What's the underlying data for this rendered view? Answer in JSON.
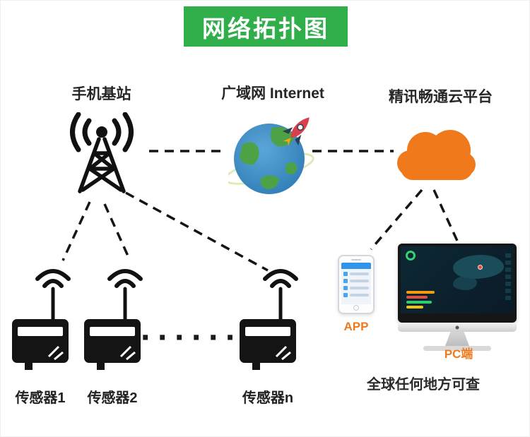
{
  "header": {
    "title": "网络拓扑图"
  },
  "nodes": {
    "base_station": {
      "label": "手机基站"
    },
    "internet": {
      "label": "广域网 Internet"
    },
    "cloud_platform": {
      "label": "精讯畅通云平台"
    },
    "app": {
      "label": "APP"
    },
    "pc": {
      "label": "PC端"
    },
    "sensor_1": {
      "label": "传感器1"
    },
    "sensor_2": {
      "label": "传感器2"
    },
    "sensor_n": {
      "label": "传感器n"
    },
    "ellipsis": "······"
  },
  "footer": {
    "note": "全球任何地方可查"
  },
  "colors": {
    "header_bg": "#2fae4a",
    "accent_orange": "#f0791c",
    "globe_blue": "#3a87c8",
    "line_black": "#151515"
  }
}
